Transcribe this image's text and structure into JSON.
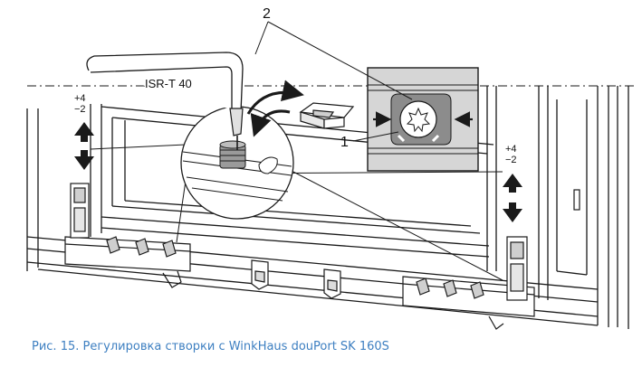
{
  "figure": {
    "tool_label": "ISR-T 40",
    "callout_1": "1",
    "callout_2": "2",
    "adjust_left_plus": "+4",
    "adjust_left_minus": "−2",
    "adjust_right_plus": "+4",
    "adjust_right_minus": "−2",
    "icons": [
      "double-arrow-vertical-icon",
      "curved-arrow-icon",
      "star-socket-icon"
    ]
  },
  "caption": "Рис. 15. Регулировка створки с WinkHaus douPort SK 160S",
  "colors": {
    "line": "#1a1a1a",
    "inset_bg": "#d6d6d6",
    "socket_fill": "#8c8c8c",
    "caption": "#3d7fc1"
  }
}
